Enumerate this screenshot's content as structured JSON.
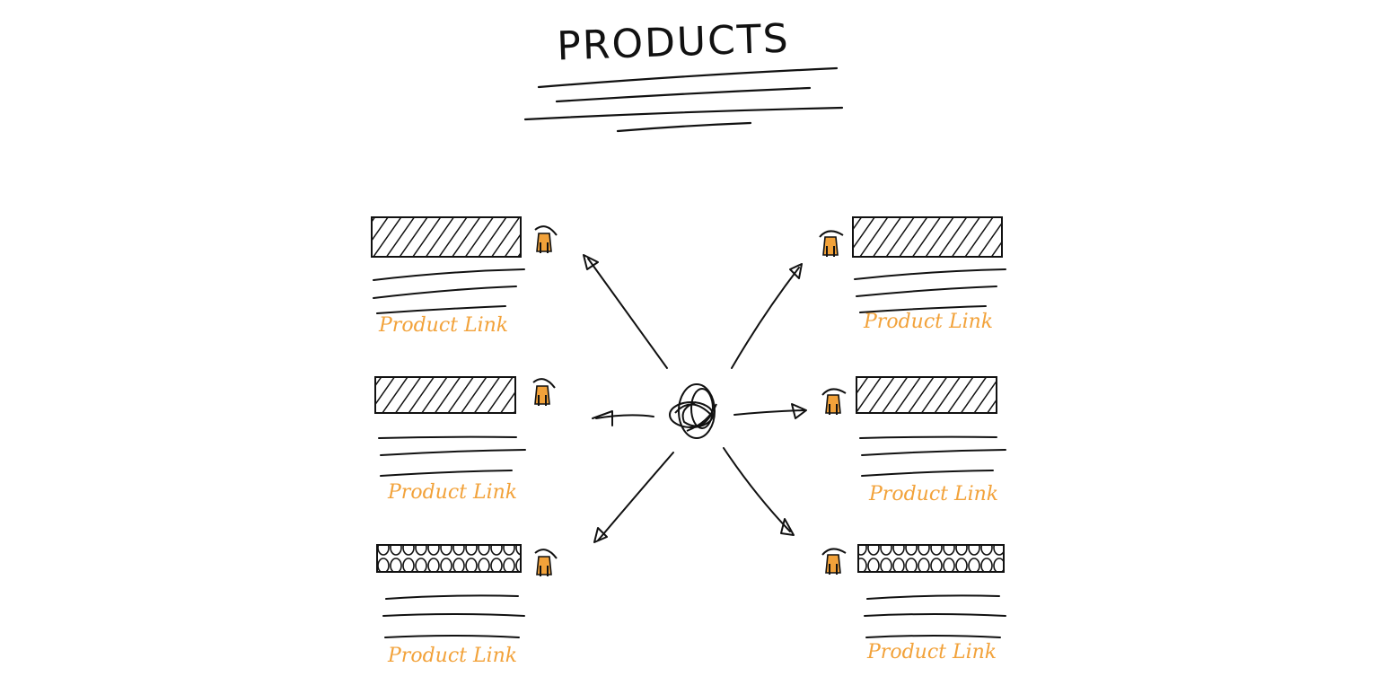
{
  "page": {
    "title": "PRODUCTS",
    "accent_color": "#f2a23a",
    "ink_color": "#111111"
  },
  "products": [
    {
      "link_text": "Product Link",
      "icon": "person-icon"
    },
    {
      "link_text": "Product Link",
      "icon": "person-icon"
    },
    {
      "link_text": "Product Link",
      "icon": "person-icon"
    },
    {
      "link_text": "Product Link",
      "icon": "person-icon"
    },
    {
      "link_text": "Product Link",
      "icon": "person-icon"
    },
    {
      "link_text": "Product Link",
      "icon": "person-icon"
    }
  ],
  "center": {
    "icon": "scribble-hub-icon"
  }
}
